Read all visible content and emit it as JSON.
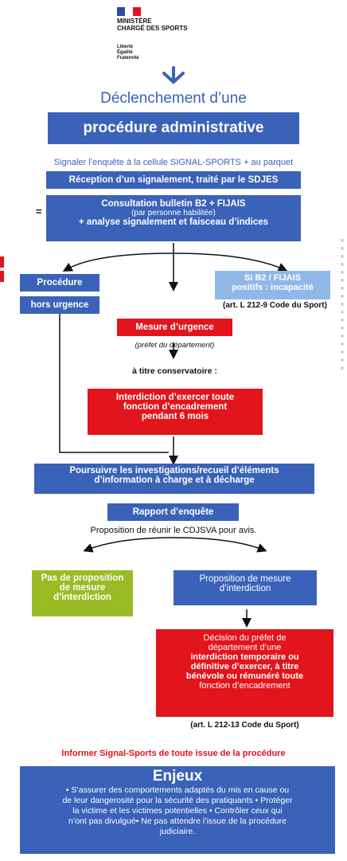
{
  "logo": {
    "line1": "MINISTÈRE",
    "line2": "CHARGÉ DES SPORTS",
    "motto1": "Liberté",
    "motto2": "Égalité",
    "motto3": "Fraternité"
  },
  "title_line1": "Déclenchement d’une",
  "title_line2": "procédure administrative",
  "signal_note": "Signaler l’enquête à la cellule SIGNAL-SPORTS + au parquet",
  "reception": "Réception d’un signalement, traité par le SDJES",
  "equals": "=",
  "consultation": {
    "line1": "Consultation bulletin B2 + FIJAIS",
    "line2": "(par personne habilitée)",
    "line3": "+ analyse signalement et faisceau d’indices"
  },
  "procedure": {
    "line1": "Procédure",
    "line2": "hors urgence"
  },
  "b2_box": {
    "line1": "Si B2 / FIJAIS",
    "line2": "positifs : incapacité"
  },
  "b2_ref": "(art. L 212-9 Code du Sport)",
  "urgence": "Mesure d’urgence",
  "prefet_note": "(préfet du département)",
  "conservatoire": "à titre conservatoire :",
  "interdiction": {
    "line1": "Interdiction d’exercer toute",
    "line2": "fonction d’encadrement",
    "line3": "pendant 6 mois"
  },
  "poursuivre": {
    "line1": "Poursuivre les investigations/recueil d’éléments",
    "line2": "d’information à charge et à décharge"
  },
  "rapport": "Rapport d’enquête",
  "cdjsva": "Proposition de réunir le CDJSVA pour avis.",
  "pas_proposition": {
    "line1": "Pas de proposition",
    "line2": "de mesure",
    "line3": "d’interdiction"
  },
  "proposition_mesure": {
    "line1": "Proposition de mesure",
    "line2": "d’interdiction"
  },
  "decision": {
    "line1": "Décision du préfet de",
    "line2": "département d’une",
    "line3": "interdiction temporaire ou",
    "line4": "définitive d’exercer, à titre",
    "line5": "bénévole ou rémunéré toute",
    "line6": "fonction d’encadrement"
  },
  "decision_ref": "(art. L 212-13 Code du Sport)",
  "informer": "Informer Signal-Sports de toute issue de la procédure",
  "enjeux": {
    "title": "Enjeux",
    "line1": "• S’assurer des comportements adaptés du mis en cause ou",
    "line2": "de leur dangerosité pour la sécurité des pratiquants • Protéger",
    "line3": "la victime et les victimes potentielles • Contrôler ceux qui",
    "line4": "n’ont pas divulgué• Ne pas attendre l’issue de la procédure",
    "line5": "judiciaire."
  },
  "colors": {
    "blue": "#3a62b8",
    "red": "#e2141c",
    "green": "#9bbb24",
    "light_blue": "#8fb8e8"
  }
}
